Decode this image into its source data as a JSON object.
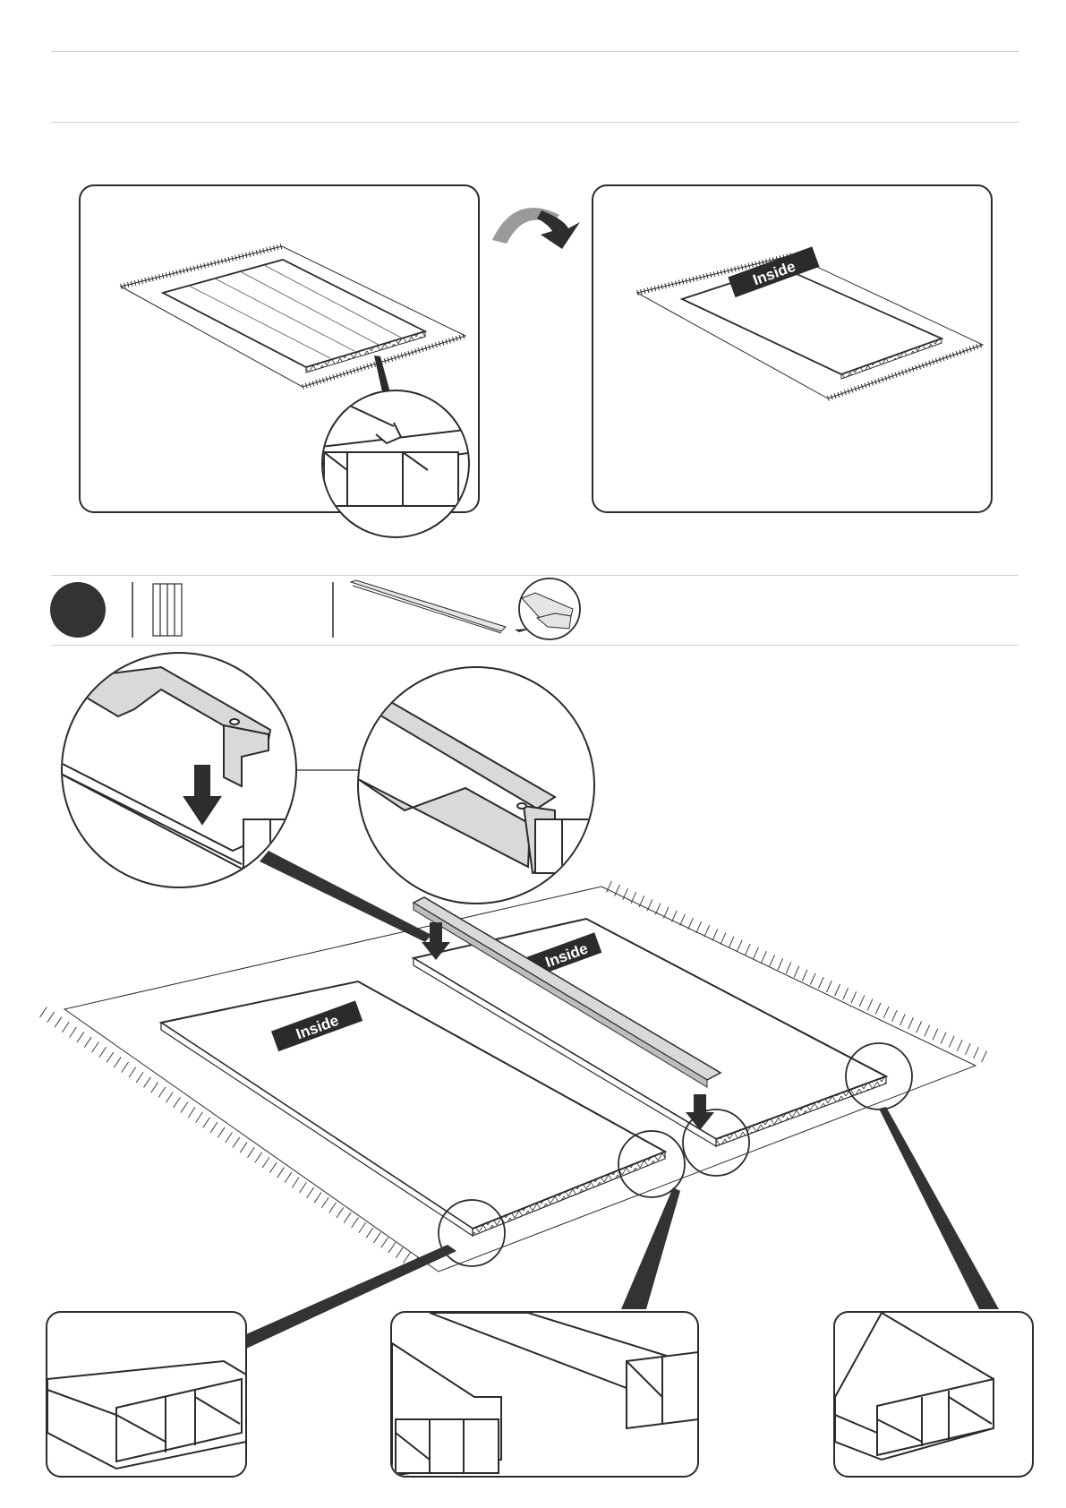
{
  "labels": {
    "top_right_panel": "Inside",
    "main_left_panel": "Inside",
    "main_right_panel": "Inside"
  },
  "colors": {
    "ink": "#2b2b2b",
    "panel_fill": "#ffffff",
    "profile_fill": "#d9d9d9",
    "step_circle": "#333333",
    "flip_arrow_light": "#9a9a9a",
    "flip_arrow_dark": "#2e2e2e"
  },
  "icons": {
    "step_marker": "step-circle-icon",
    "panel_part": "panel-strips-icon",
    "profile_part": "connecting-profile-icon",
    "flip": "flip-arrow-icon",
    "insert": "down-arrow-icon"
  }
}
